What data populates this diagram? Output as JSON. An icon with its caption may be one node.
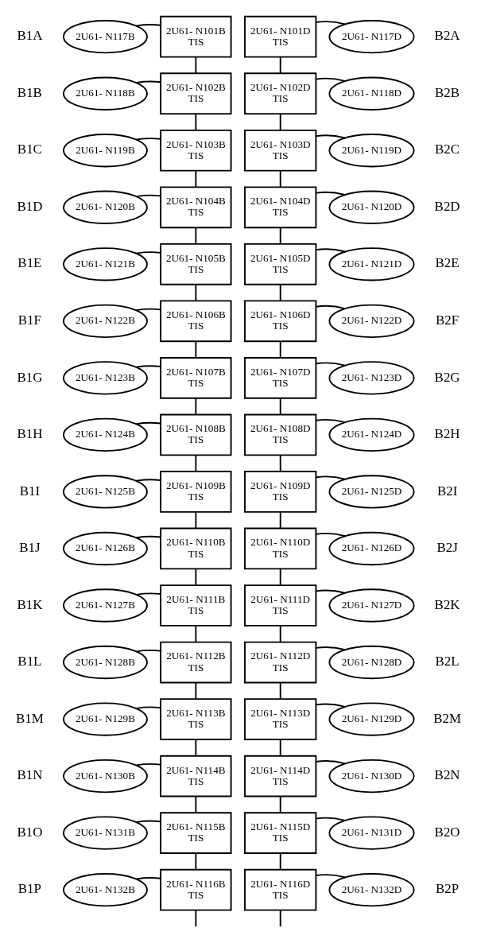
{
  "diagram": {
    "nodes": [
      {
        "text": [
          "2U61- N117B"
        ]
      },
      {
        "text": [
          "2U61- N101B",
          "TIS"
        ]
      },
      {
        "text": [
          "2U61- N101D",
          "TIS"
        ]
      },
      {
        "text": [
          "2U61- N117D"
        ]
      },
      {
        "text": [
          "2U61- N118B"
        ]
      },
      {
        "text": [
          "2U61- N102B",
          "TIS"
        ]
      },
      {
        "text": [
          "2U61- N102D",
          "TIS"
        ]
      },
      {
        "text": [
          "2U61- N118D"
        ]
      },
      {
        "text": [
          "2U61- N119B"
        ]
      },
      {
        "text": [
          "2U61- N103B",
          "TIS"
        ]
      },
      {
        "text": [
          "2U61- N103D",
          "TIS"
        ]
      },
      {
        "text": [
          "2U61- N119D"
        ]
      },
      {
        "text": [
          "2U61- N120B"
        ]
      },
      {
        "text": [
          "2U61- N104B",
          "TIS"
        ]
      },
      {
        "text": [
          "2U61- N104D",
          "TIS"
        ]
      },
      {
        "text": [
          "2U61- N120D"
        ]
      },
      {
        "text": [
          "2U61- N121B"
        ]
      },
      {
        "text": [
          "2U61- N105B",
          "TIS"
        ]
      },
      {
        "text": [
          "2U61- N105D",
          "TIS"
        ]
      },
      {
        "text": [
          "2U61- N121D"
        ]
      },
      {
        "text": [
          "2U61- N122B"
        ]
      },
      {
        "text": [
          "2U61- N106B",
          "TIS"
        ]
      },
      {
        "text": [
          "2U61- N106D",
          "TIS"
        ]
      },
      {
        "text": [
          "2U61- N122D"
        ]
      },
      {
        "text": [
          "2U61- N123B"
        ]
      },
      {
        "text": [
          "2U61- N107B",
          "TIS"
        ]
      },
      {
        "text": [
          "2U61- N107D",
          "TIS"
        ]
      },
      {
        "text": [
          "2U61- N123D"
        ]
      },
      {
        "text": [
          "2U61- N124B"
        ]
      },
      {
        "text": [
          "2U61- N108B",
          "TIS"
        ]
      },
      {
        "text": [
          "2U61- N108D",
          "TIS"
        ]
      },
      {
        "text": [
          "2U61- N124D"
        ]
      },
      {
        "text": [
          "2U61- N125B"
        ]
      },
      {
        "text": [
          "2U61- N109B",
          "TIS"
        ]
      },
      {
        "text": [
          "2U61- N109D",
          "TIS"
        ]
      },
      {
        "text": [
          "2U61- N125D"
        ]
      },
      {
        "text": [
          "2U61- N126B"
        ]
      },
      {
        "text": [
          "2U61- N110B",
          "TIS"
        ]
      },
      {
        "text": [
          "2U61- N110D",
          "TIS"
        ]
      },
      {
        "text": [
          "2U61- N126D"
        ]
      },
      {
        "text": [
          "2U61- N127B"
        ]
      },
      {
        "text": [
          "2U61- N111B",
          "TIS"
        ]
      },
      {
        "text": [
          "2U61- N111D",
          "TIS"
        ]
      },
      {
        "text": [
          "2U61- N127D"
        ]
      },
      {
        "text": [
          "2U61- N128B"
        ]
      },
      {
        "text": [
          "2U61- N112B",
          "TIS"
        ]
      },
      {
        "text": [
          "2U61- N112D",
          "TIS"
        ]
      },
      {
        "text": [
          "2U61- N128D"
        ]
      },
      {
        "text": [
          "2U61- N129B"
        ]
      },
      {
        "text": [
          "2U61- N113B",
          "TIS"
        ]
      },
      {
        "text": [
          "2U61- N113D",
          "TIS"
        ]
      },
      {
        "text": [
          "2U61- N129D"
        ]
      },
      {
        "text": [
          "2U61- N130B"
        ]
      },
      {
        "text": [
          "2U61- N114B",
          "TIS"
        ]
      },
      {
        "text": [
          "2U61- N114D",
          "TIS"
        ]
      },
      {
        "text": [
          "2U61- N130D"
        ]
      },
      {
        "text": [
          "2U61- N131B"
        ]
      },
      {
        "text": [
          "2U61- N115B",
          "TIS"
        ]
      },
      {
        "text": [
          "2U61- N115D",
          "TIS"
        ]
      },
      {
        "text": [
          "2U61- N131D"
        ]
      },
      {
        "text": [
          "2U61- N132B"
        ]
      },
      {
        "text": [
          "2U61- N116B",
          "TIS"
        ]
      },
      {
        "text": [
          "2U61- N116D",
          "TIS"
        ]
      },
      {
        "text": [
          "2U61- N132D"
        ]
      }
    ],
    "edges": [
      {
        "from": 0,
        "to": 1,
        "arrow": "none"
      },
      {
        "from": 2,
        "to": 3,
        "arrow": "none"
      },
      {
        "from": 1,
        "to": 5,
        "arrow": "none"
      },
      {
        "from": 2,
        "to": 6,
        "arrow": "none"
      },
      {
        "from": 4,
        "to": 5,
        "arrow": "none"
      },
      {
        "from": 6,
        "to": 7,
        "arrow": "none"
      },
      {
        "from": 5,
        "to": 9,
        "arrow": "none"
      },
      {
        "from": 6,
        "to": 10,
        "arrow": "none"
      },
      {
        "from": 8,
        "to": 9,
        "arrow": "none"
      },
      {
        "from": 10,
        "to": 11,
        "arrow": "none"
      },
      {
        "from": 9,
        "to": 13,
        "arrow": "none"
      },
      {
        "from": 10,
        "to": 14,
        "arrow": "none"
      },
      {
        "from": 12,
        "to": 13,
        "arrow": "none"
      },
      {
        "from": 14,
        "to": 15,
        "arrow": "none"
      },
      {
        "from": 13,
        "to": 17,
        "arrow": "none"
      },
      {
        "from": 14,
        "to": 18,
        "arrow": "none"
      },
      {
        "from": 16,
        "to": 17,
        "arrow": "none"
      },
      {
        "from": 18,
        "to": 19,
        "arrow": "none"
      },
      {
        "from": 17,
        "to": 21,
        "arrow": "none"
      },
      {
        "from": 18,
        "to": 22,
        "arrow": "none"
      },
      {
        "from": 20,
        "to": 21,
        "arrow": "none"
      },
      {
        "from": 22,
        "to": 23,
        "arrow": "none"
      },
      {
        "from": 21,
        "to": 25,
        "arrow": "none"
      },
      {
        "from": 22,
        "to": 26,
        "arrow": "none"
      },
      {
        "from": 24,
        "to": 25,
        "arrow": "none"
      },
      {
        "from": 26,
        "to": 27,
        "arrow": "none"
      },
      {
        "from": 25,
        "to": 29,
        "arrow": "none"
      },
      {
        "from": 26,
        "to": 30,
        "arrow": "none"
      },
      {
        "from": 28,
        "to": 29,
        "arrow": "none"
      },
      {
        "from": 30,
        "to": 31,
        "arrow": "none"
      },
      {
        "from": 29,
        "to": 33,
        "arrow": "none"
      },
      {
        "from": 30,
        "to": 34,
        "arrow": "none"
      },
      {
        "from": 32,
        "to": 33,
        "arrow": "none"
      },
      {
        "from": 34,
        "to": 35,
        "arrow": "none"
      },
      {
        "from": 33,
        "to": 37,
        "arrow": "none"
      },
      {
        "from": 34,
        "to": 38,
        "arrow": "none"
      },
      {
        "from": 36,
        "to": 37,
        "arrow": "none"
      },
      {
        "from": 38,
        "to": 39,
        "arrow": "none"
      },
      {
        "from": 37,
        "to": 41,
        "arrow": "none"
      },
      {
        "from": 38,
        "to": 42,
        "arrow": "none"
      },
      {
        "from": 40,
        "to": 41,
        "arrow": "none"
      },
      {
        "from": 42,
        "to": 43,
        "arrow": "none"
      },
      {
        "from": 41,
        "to": 45,
        "arrow": "none"
      },
      {
        "from": 42,
        "to": 46,
        "arrow": "none"
      },
      {
        "from": 44,
        "to": 45,
        "arrow": "none"
      },
      {
        "from": 46,
        "to": 47,
        "arrow": "none"
      },
      {
        "from": 45,
        "to": 49,
        "arrow": "none"
      },
      {
        "from": 46,
        "to": 50,
        "arrow": "none"
      },
      {
        "from": 48,
        "to": 49,
        "arrow": "none"
      },
      {
        "from": 50,
        "to": 51,
        "arrow": "none"
      },
      {
        "from": 49,
        "to": 53,
        "arrow": "none"
      },
      {
        "from": 50,
        "to": 54,
        "arrow": "none"
      },
      {
        "from": 52,
        "to": 53,
        "arrow": "none"
      },
      {
        "from": 54,
        "to": 55,
        "arrow": "none"
      },
      {
        "from": 53,
        "to": 57,
        "arrow": "none"
      },
      {
        "from": 54,
        "to": 58,
        "arrow": "none"
      },
      {
        "from": 56,
        "to": 57,
        "arrow": "none"
      },
      {
        "from": 58,
        "to": 59,
        "arrow": "none"
      },
      {
        "from": 57,
        "to": 61,
        "arrow": "none"
      },
      {
        "from": 58,
        "to": 62,
        "arrow": "none"
      },
      {
        "from": 60,
        "to": 61,
        "arrow": "none"
      },
      {
        "from": 62,
        "to": 63,
        "arrow": "none"
      },
      {
        "from": 61,
        "to": null,
        "arrow": "none"
      },
      {
        "from": 62,
        "to": null,
        "arrow": "none"
      }
    ],
    "labels": [
      "B1A",
      "B2A",
      "B1B",
      "B2B",
      "B1C",
      "B2C",
      "B1D",
      "B2D",
      "B1E",
      "B2E",
      "B1F",
      "B2F",
      "B1G",
      "B2G",
      "B1H",
      "B2H",
      "B1I",
      "B2I",
      "B1J",
      "B2J",
      "B1K",
      "B2K",
      "B1L",
      "B2L",
      "B1M",
      "B2M",
      "B1N",
      "B2N",
      "B1O",
      "B2O",
      "B1P",
      "B2P"
    ]
  }
}
